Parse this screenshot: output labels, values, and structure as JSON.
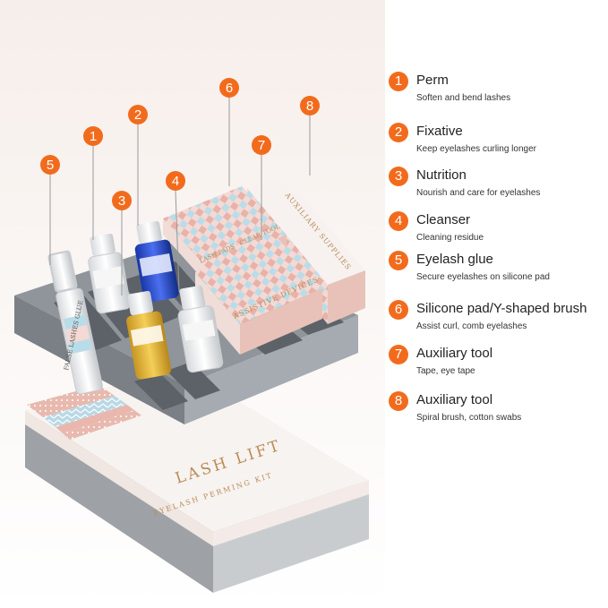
{
  "colors": {
    "accent": "#f26b1d",
    "foam": "#8f959b",
    "box_pink": "#e9b7ad",
    "box_blue": "#a9d2e0",
    "gold_text": "#b98c55"
  },
  "legend": [
    {
      "num": "1",
      "title": "Perm",
      "sub": "Soften and bend lashes"
    },
    {
      "num": "2",
      "title": "Fixative",
      "sub": "Keep eyelashes curling longer"
    },
    {
      "num": "3",
      "title": "Nutrition",
      "sub": "Nourish and care for eyelashes"
    },
    {
      "num": "4",
      "title": "Cleanser",
      "sub": "Cleaning residue"
    },
    {
      "num": "5",
      "title": "Eyelash glue",
      "sub": "Secure eyelashes on silicone pad"
    },
    {
      "num": "6",
      "title": "Silicone pad/Y-shaped brush",
      "sub": "Assist curl, comb eyelashes"
    },
    {
      "num": "7",
      "title": "Auxiliary tool",
      "sub": "Tape, eye tape"
    },
    {
      "num": "8",
      "title": "Auxiliary tool",
      "sub": "Spiral brush, cotton swabs"
    }
  ],
  "callouts": [
    "5",
    "1",
    "3",
    "2",
    "4",
    "6",
    "7",
    "8"
  ],
  "kit": {
    "brand": "LASH LIFT",
    "subtitle": "EYELASH PERMING KIT",
    "box_pads": "LASH PADS · CLEAR TOOL",
    "box_assistive": "ASSISTIVE DEVICES",
    "box_auxiliary": "AUXILIARY SUPPLIES",
    "glue_label": "FALSE LASHES GLUE"
  }
}
